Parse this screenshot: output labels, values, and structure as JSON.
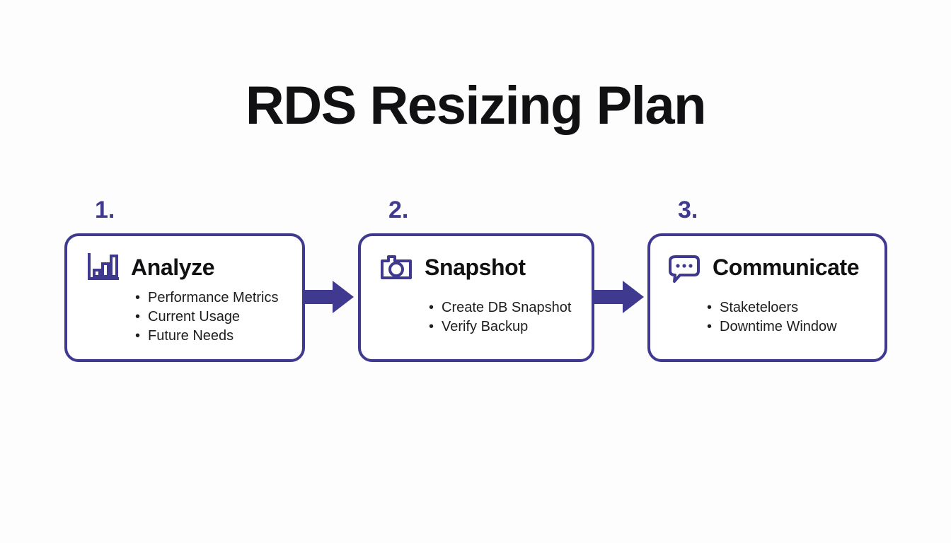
{
  "title": "RDS Resizing Plan",
  "accent_color": "#3f3a8f",
  "text_color": "#111113",
  "background_color": "#fdfdfd",
  "steps": [
    {
      "number": "1.",
      "icon": "bar-chart-icon",
      "title": "Analyze",
      "bullets": [
        "Performance Metrics",
        "Current Usage",
        "Future Needs"
      ]
    },
    {
      "number": "2.",
      "icon": "camera-icon",
      "title": "Snapshot",
      "bullets": [
        "Create DB Snapshot",
        "Verify Backup"
      ]
    },
    {
      "number": "3.",
      "icon": "speech-bubble-icon",
      "title": "Communicate",
      "bullets": [
        "Staketeloers",
        "Downtime Window"
      ]
    }
  ],
  "connectors": [
    {
      "name": "arrow-right-icon"
    },
    {
      "name": "arrow-right-icon"
    }
  ]
}
